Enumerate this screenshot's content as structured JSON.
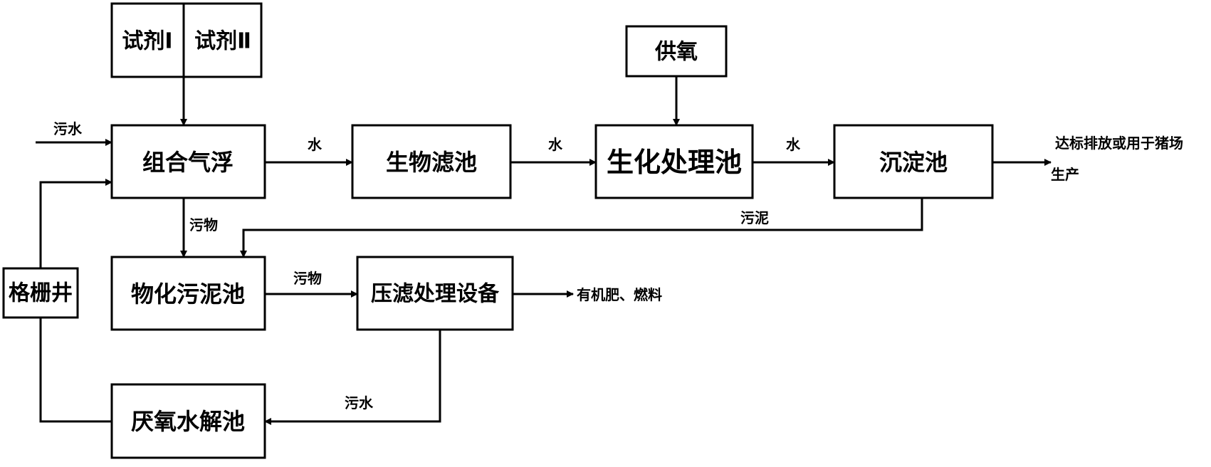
{
  "nodes": {
    "reagent1": "试剂Ⅰ",
    "reagent2": "试剂Ⅱ",
    "oxygen": "供氧",
    "flotation": "组合气浮",
    "biofilter": "生物滤池",
    "biochem": "生化处理池",
    "sedimentation": "沉淀池",
    "grid_well": "格栅井",
    "sludge_pool": "物化污泥池",
    "filter_press": "压滤处理设备",
    "hydrolysis": "厌氧水解池"
  },
  "labels": {
    "sewage_in": "污水",
    "water_1": "水",
    "water_2": "水",
    "water_3": "水",
    "pollutant_down": "污物",
    "sludge_return": "污泥",
    "pollutant_right": "污物",
    "sewage_return": "污水",
    "output_fert": "有机肥、燃料",
    "output_main_1": "达标排放或用于猪场",
    "output_main_2": "生产"
  }
}
